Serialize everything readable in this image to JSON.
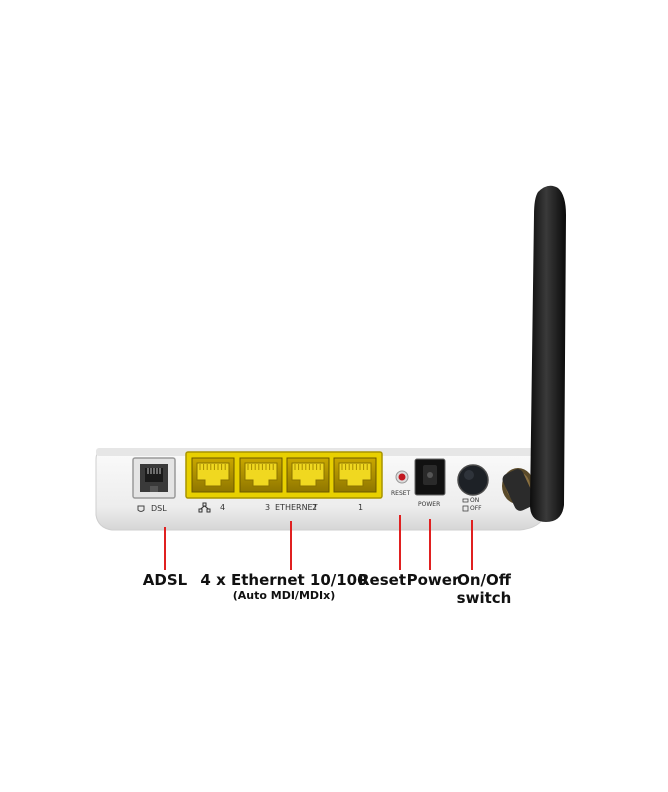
{
  "port_labels": {
    "dsl": "DSL",
    "lan4": "4",
    "lan3": "3",
    "ethernet": "ETHERNET",
    "lan2": "2",
    "lan1": "1",
    "reset": "RESET",
    "power": "POWER",
    "on": "ON",
    "off": "OFF"
  },
  "callouts": {
    "adsl": "ADSL",
    "ethernet": "4 x Ethernet 10/100",
    "ethernet_sub": "(Auto MDI/MDIx)",
    "reset": "Reset",
    "power": "Power",
    "switch_line1": "On/Off",
    "switch_line2": "switch"
  },
  "colors": {
    "router_body": "#f2f2f2",
    "ethernet_panel": "#e8d000",
    "antenna": "#1a1a1a",
    "callout_line": "#e02020"
  }
}
